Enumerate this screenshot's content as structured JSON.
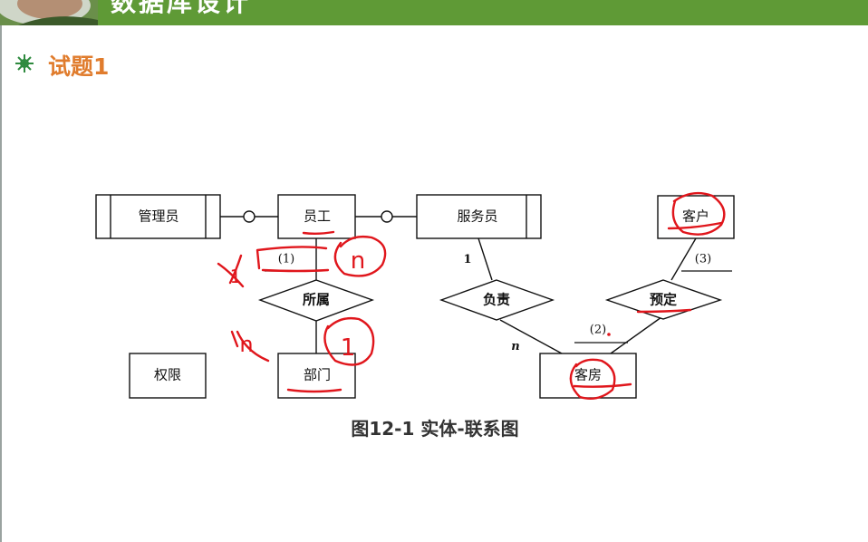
{
  "header": {
    "title": "数据库设计"
  },
  "section": {
    "title": "试题1"
  },
  "entities": {
    "manager": "管理员",
    "employee": "员工",
    "service_staff": "服务员",
    "customer": "客户",
    "department": "部门",
    "permission": "权限",
    "room": "客房"
  },
  "relationships": {
    "belongs": "所属",
    "responsible": "负责",
    "reserve": "预定"
  },
  "blanks": {
    "b1": "(1)",
    "b2": "(2)",
    "b3": "(3)"
  },
  "cardinalities": {
    "one": "1",
    "n": "n"
  },
  "caption": "图12-1  实体-联系图",
  "handwriting": {
    "n_top": "n",
    "one_right": "1",
    "one_left": "1",
    "n_left": "n"
  },
  "colors": {
    "header": "#5f9a36",
    "section_title": "#e07c2d",
    "annotation": "#e0161c"
  }
}
